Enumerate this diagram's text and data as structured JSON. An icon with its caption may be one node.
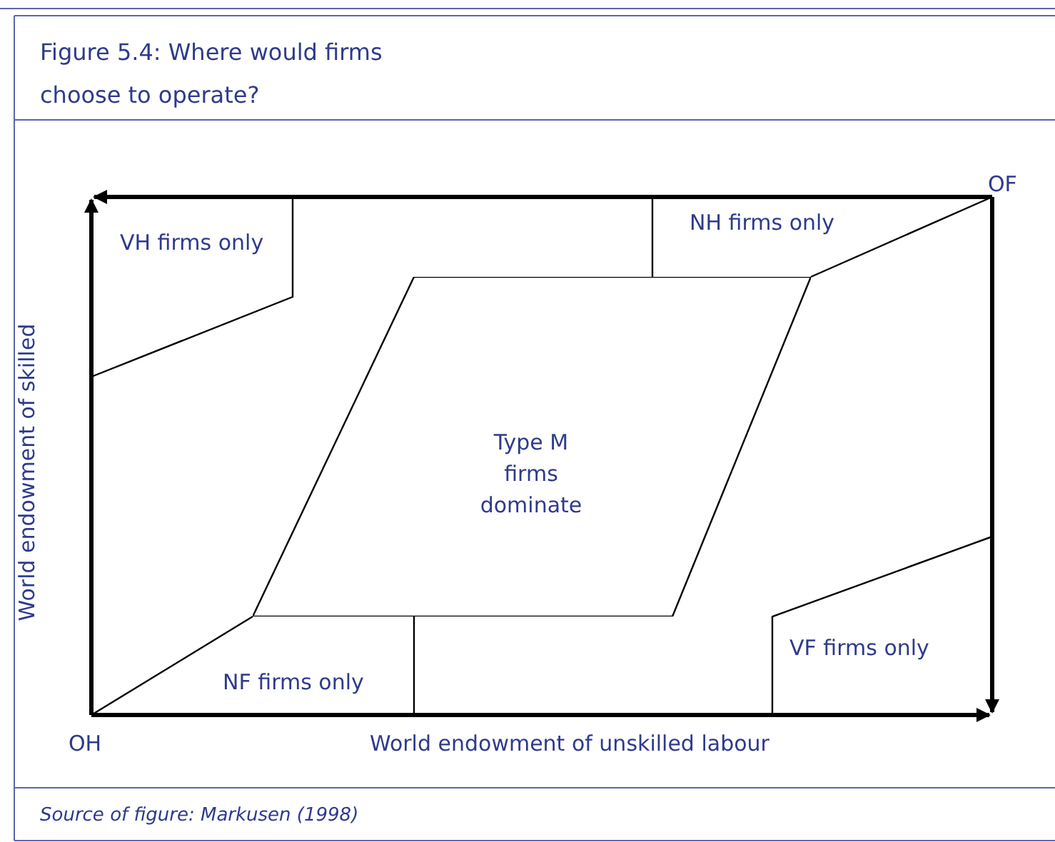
{
  "diagram": {
    "title": "Figure 5.4: Where would firms choose to operate?",
    "caption": "Source of figure: Markusen (1998)",
    "nodes": [
      {
        "text": [
          "Type M firms dominate"
        ]
      }
    ],
    "edges": [],
    "labels": [
      "OF",
      "VH firms only",
      "NH firms only",
      "World endowment of skilled",
      "VF firms only",
      "NF firms only",
      "OH",
      "World endowment of unskilled labour"
    ]
  }
}
